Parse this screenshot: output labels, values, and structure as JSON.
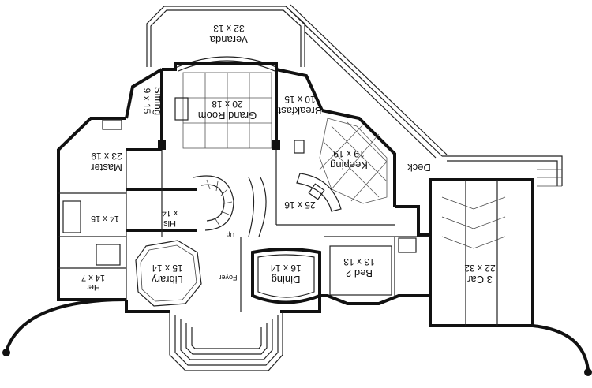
{
  "plan": {
    "rooms": [
      {
        "id": "veranda",
        "name": "Veranda",
        "dims": "32 x 13"
      },
      {
        "id": "grand-room",
        "name": "Grand Room",
        "dims": "20 x 18"
      },
      {
        "id": "sitting",
        "name": "Sitting",
        "dims": "9 x 15"
      },
      {
        "id": "breakfast",
        "name": "Breakfast",
        "dims": "10 x 15"
      },
      {
        "id": "master",
        "name": "Master",
        "dims": "23 x 19"
      },
      {
        "id": "keeping",
        "name": "Keeping",
        "dims": "19 x 19"
      },
      {
        "id": "deck",
        "name": "Deck",
        "dims": ""
      },
      {
        "id": "kitchen",
        "name": "",
        "dims": "25 x 16"
      },
      {
        "id": "master-bath",
        "name": "",
        "dims": "14 x 15"
      },
      {
        "id": "his-closet",
        "name": "His",
        "dims": "x 14"
      },
      {
        "id": "up",
        "name": "Up",
        "dims": ""
      },
      {
        "id": "library",
        "name": "Library",
        "dims": "15 x 14"
      },
      {
        "id": "her-closet",
        "name": "Her",
        "dims": "14 x 7"
      },
      {
        "id": "foyer",
        "name": "Foyer",
        "dims": ""
      },
      {
        "id": "dining",
        "name": "Dining",
        "dims": "16 x 14"
      },
      {
        "id": "bed2",
        "name": "Bed 2",
        "dims": "13 x 13"
      },
      {
        "id": "garage",
        "name": "3 Car",
        "dims": "22 x 32"
      }
    ]
  }
}
